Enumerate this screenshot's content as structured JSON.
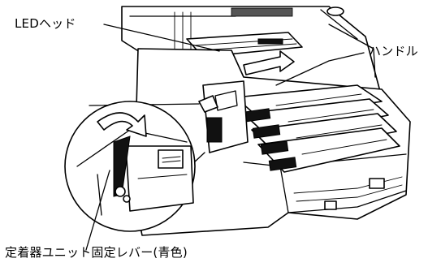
{
  "diagram": {
    "callouts": {
      "led_head": "LEDヘッド",
      "handle": "ハンドル",
      "fuser_lever": "定着器ユニット固定レバー(青色)"
    },
    "colors": {
      "background": "#ffffff",
      "line": "#000000",
      "dark_part": "#111111"
    }
  }
}
